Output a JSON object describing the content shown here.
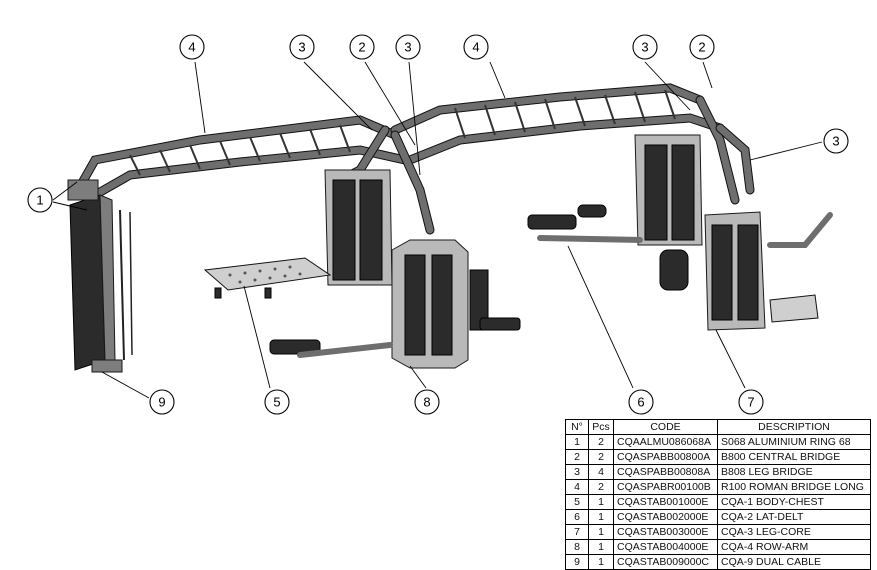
{
  "callouts": [
    {
      "id": "c1",
      "label": "1"
    },
    {
      "id": "c2a",
      "label": "2"
    },
    {
      "id": "c2b",
      "label": "2"
    },
    {
      "id": "c3a",
      "label": "3"
    },
    {
      "id": "c3b",
      "label": "3"
    },
    {
      "id": "c3c",
      "label": "3"
    },
    {
      "id": "c3d",
      "label": "3"
    },
    {
      "id": "c4a",
      "label": "4"
    },
    {
      "id": "c4b",
      "label": "4"
    },
    {
      "id": "c5",
      "label": "5"
    },
    {
      "id": "c6",
      "label": "6"
    },
    {
      "id": "c7",
      "label": "7"
    },
    {
      "id": "c8",
      "label": "8"
    },
    {
      "id": "c9",
      "label": "9"
    }
  ],
  "bom": {
    "headers": [
      "N°",
      "Pcs",
      "CODE",
      "DESCRIPTION"
    ],
    "rows": [
      [
        "1",
        "2",
        "CQAALMU086068A",
        "S068 ALUMINIUM RING 68"
      ],
      [
        "2",
        "2",
        "CQASPABB00800A",
        "B800 CENTRAL BRIDGE"
      ],
      [
        "3",
        "4",
        "CQASPABB00808A",
        "B808 LEG BRIDGE"
      ],
      [
        "4",
        "2",
        "CQASPABR00100B",
        "R100 ROMAN BRIDGE LONG"
      ],
      [
        "5",
        "1",
        "CQASTAB001000E",
        "CQA-1 BODY-CHEST"
      ],
      [
        "6",
        "1",
        "CQASTAB002000E",
        "CQA-2 LAT-DELT"
      ],
      [
        "7",
        "1",
        "CQASTAB003000E",
        "CQA-3 LEG-CORE"
      ],
      [
        "8",
        "1",
        "CQASTAB004000E",
        "CQA-4 ROW-ARM"
      ],
      [
        "9",
        "1",
        "CQASTAB009000C",
        "CQA-9 DUAL CABLE"
      ]
    ]
  }
}
